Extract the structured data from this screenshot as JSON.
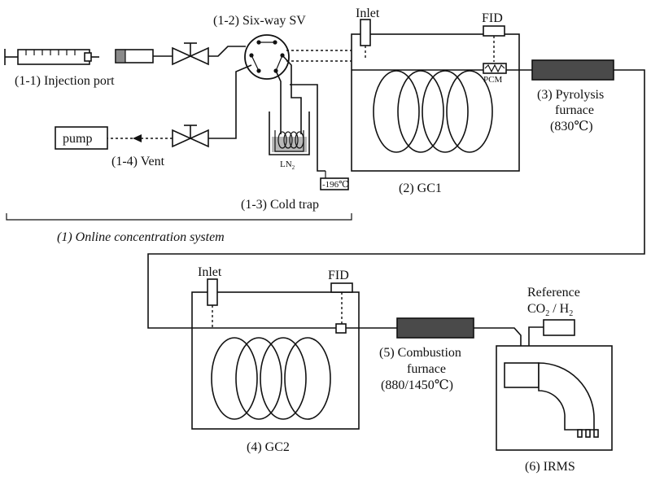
{
  "labels": {
    "injection_port": "(1-1) Injection port",
    "six_way": "(1-2) Six-way SV",
    "cold_trap": "(1-3) Cold trap",
    "vent": "(1-4) Vent",
    "pump": "pump",
    "ln2_main": "LN",
    "ln2_sub": "2",
    "temp_trap": "-196℃",
    "system": "(1) Online concentration system",
    "gc1_inlet": "Inlet",
    "gc1_fid": "FID",
    "pcm": "PCM",
    "gc1": "(2) GC1",
    "pyrolysis_1": "(3) Pyrolysis",
    "pyrolysis_2": "furnace",
    "pyrolysis_3": "(830℃)",
    "gc2_inlet": "Inlet",
    "gc2_fid": "FID",
    "gc2": "(4) GC2",
    "combustion_1": "(5) Combustion",
    "combustion_2": "furnace",
    "combustion_3": "(880/1450℃)",
    "reference_1": "Reference",
    "reference_2a": "CO",
    "reference_2b": "2",
    "reference_2c": " / H",
    "reference_2d": "2",
    "irms": "(6) IRMS"
  }
}
